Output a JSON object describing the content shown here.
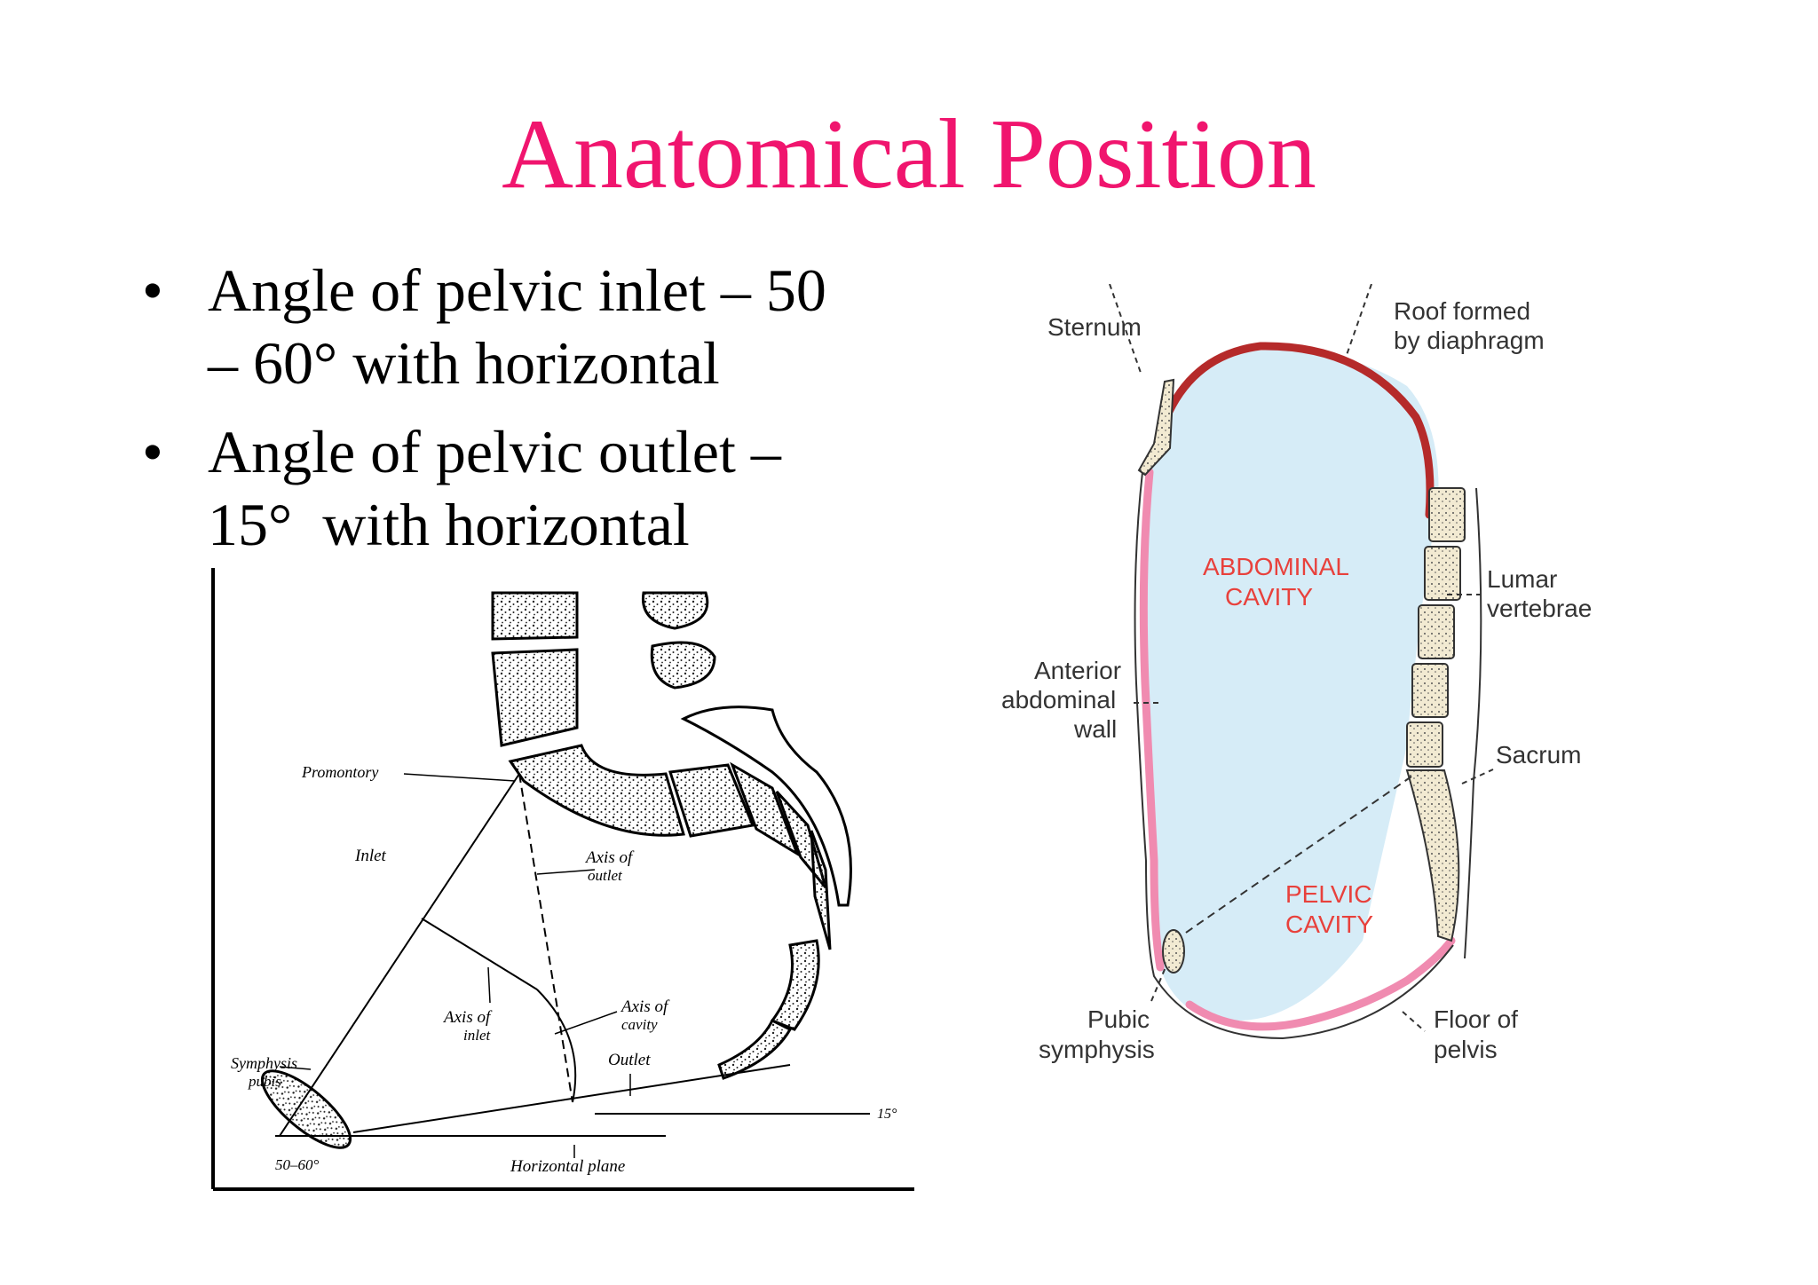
{
  "slide": {
    "title": "Anatomical Position",
    "title_color": "#f0156e"
  },
  "bullets": [
    {
      "lines": [
        "Angle of pelvic inlet – 50",
        "– 60° with horizontal"
      ]
    },
    {
      "lines": [
        "Angle of pelvic outlet –",
        "15°  with horizontal"
      ]
    }
  ],
  "left_diagram": {
    "labels": {
      "promontory": "Promontory",
      "inlet": "Inlet",
      "axis_of_outlet_1": "Axis of",
      "axis_of_outlet_2": "outlet",
      "axis_of_inlet_1": "Axis of",
      "axis_of_inlet_2": "inlet",
      "axis_of_cavity_1": "Axis of",
      "axis_of_cavity_2": "cavity",
      "outlet": "Outlet",
      "symphysis_1": "Symphysis",
      "symphysis_2": "pubis",
      "angle_inlet": "50–60°",
      "horizontal_plane": "Horizontal plane",
      "angle_outlet": "15°"
    }
  },
  "right_diagram": {
    "colors": {
      "cavity_fill": "#d6ecf7",
      "diaphragm": "#b52a2a",
      "wall": "#f08bb0",
      "cavity_label": "#e8413c"
    },
    "labels": {
      "sternum": "Sternum",
      "roof_1": "Roof formed",
      "roof_2": "by diaphragm",
      "abdominal_1": "ABDOMINAL",
      "abdominal_2": "CAVITY",
      "lumar_1": "Lumar",
      "lumar_2": "vertebrae",
      "anterior_1": "Anterior",
      "anterior_2": "abdominal",
      "anterior_3": "wall",
      "sacrum": "Sacrum",
      "pelvic_1": "PELVIC",
      "pelvic_2": "CAVITY",
      "pubic_1": "Pubic",
      "pubic_2": "symphysis",
      "floor_1": "Floor of",
      "floor_2": "pelvis"
    }
  }
}
